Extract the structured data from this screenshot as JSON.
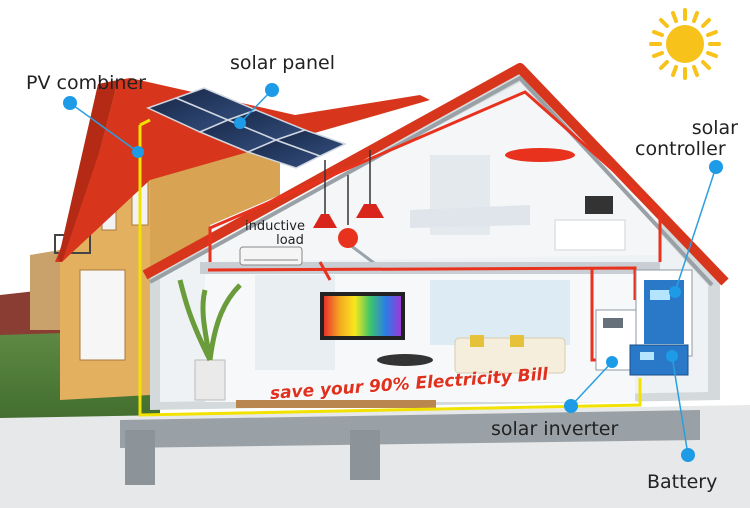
{
  "labels": {
    "pv_combiner": "PV combiner",
    "solar_panel": "solar panel",
    "solar_controller_line1": "solar",
    "solar_controller_line2": "controller",
    "inductive_line1": "inductive",
    "inductive_line2": "load",
    "solar_inverter": "solar inverter",
    "battery": "Battery"
  },
  "slogan": "save your 90% Electricity Bill",
  "colors": {
    "callout_dot": "#1e9be6",
    "callout_line": "#2a9fe0",
    "wiring_red": "#e8321e",
    "wiring_yellow": "#f2e200",
    "roof_red": "#d8361c",
    "sun": "#f7c21a"
  },
  "icons": [
    "sun-icon",
    "solar-panel-icon",
    "inverter-icon",
    "controller-icon",
    "battery-icon",
    "tv-icon",
    "lamp-icon",
    "air-conditioner-icon"
  ]
}
